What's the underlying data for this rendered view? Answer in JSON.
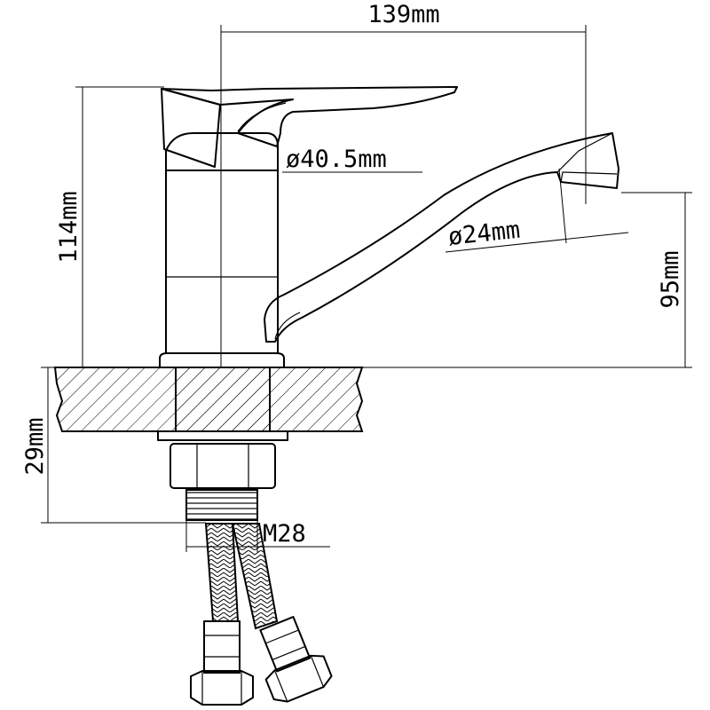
{
  "dimensions": {
    "width_total": "139mm",
    "height_body": "114mm",
    "body_diameter": "ø40.5mm",
    "spout_diameter": "ø24mm",
    "spout_height": "95mm",
    "under_counter": "29mm",
    "thread": "M28"
  }
}
